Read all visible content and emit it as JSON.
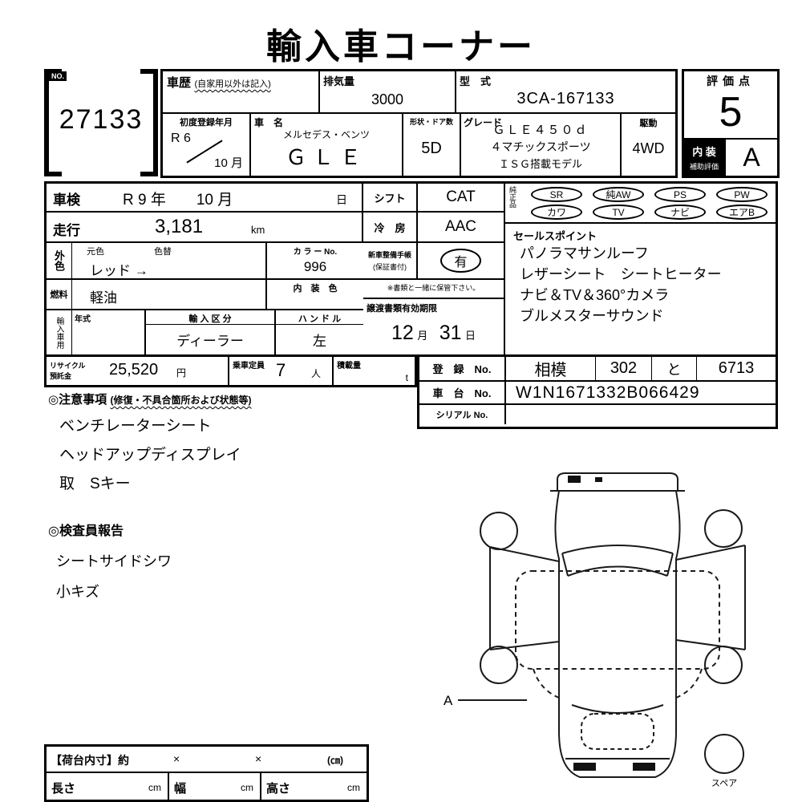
{
  "colors": {
    "ink": "#000000",
    "paper": "#ffffff"
  },
  "title": "輸入車コーナー",
  "no_box": {
    "label": "NO.",
    "value": "27133"
  },
  "header": {
    "history_label": "車歴",
    "history_note": "(自家用以外は記入)",
    "displacement_label": "排気量",
    "displacement_value": "3000",
    "model_code_label": "型　式",
    "model_code_value": "3CA-167133",
    "first_reg_label": "初度登録年月",
    "first_reg_era": "R 6",
    "first_reg_month": "10 月",
    "car_name_label": "車　名",
    "car_maker": "メルセデス・ベンツ",
    "car_model": "ＧＬＥ",
    "shape_doors_label": "形状・ドア数",
    "shape_doors_value": "5D",
    "grade_label": "グレード",
    "grade_line1": "ＧＬＥ４５０ｄ",
    "grade_line2": "４マチックスポーツ",
    "grade_line3": "ＩＳＧ搭載モデル",
    "drive_label": "駆動",
    "drive_value": "4WD",
    "score_label": "評価点",
    "score_value": "5",
    "interior_label_top": "内 装",
    "interior_label_bottom": "補助評価",
    "interior_value": "A"
  },
  "details": {
    "shaken_label": "車検",
    "shaken_value": "R 9 年　　10 月",
    "shaken_day": "日",
    "mileage_label": "走行",
    "mileage_value": "3,181",
    "mileage_unit": "km",
    "ext_color_label": "外色",
    "orig_color_label": "元色",
    "color_change_label": "色替",
    "ext_color_value": "レッド →",
    "color_no_label": "カ ラ ー No.",
    "color_no_value": "996",
    "fuel_label": "燃料",
    "fuel_value": "軽油",
    "interior_color_label": "内　装　色",
    "import_label": "輸入車用",
    "year_label": "年式",
    "import_division_label": "輸 入 区 分",
    "import_division_value": "ディーラー",
    "handle_label": "ハ ン ド ル",
    "handle_value": "左",
    "shift_label": "シフト",
    "shift_value": "CAT",
    "ac_label": "冷　房",
    "ac_value": "AAC",
    "service_book_label1": "新車整備手帳",
    "service_book_label2": "(保証書付)",
    "service_book_value": "有",
    "keep_note": "※書類と一緒に保管下さい。",
    "transfer_label": "譲渡書類有効期限",
    "transfer_month": "12",
    "transfer_month_unit": "月",
    "transfer_day": "31",
    "transfer_day_unit": "日"
  },
  "equipment": {
    "label": "純正品",
    "row1": [
      "SR",
      "純AW",
      "PS",
      "PW"
    ],
    "row2": [
      "カワ",
      "TV",
      "ナビ",
      "エアB"
    ]
  },
  "sales_points": {
    "label": "セールスポイント",
    "lines": [
      "パノラマサンルーフ",
      "レザーシート　シートヒーター",
      "ナビ＆TV＆360°カメラ",
      "ブルメスターサウンド"
    ]
  },
  "bottom_row": {
    "recycle_label1": "リサイクル",
    "recycle_label2": "預託金",
    "recycle_value": "25,520",
    "recycle_unit": "円",
    "capacity_label": "乗車定員",
    "capacity_value": "7",
    "capacity_unit": "人",
    "load_label": "積載量",
    "load_unit": "t"
  },
  "registration": {
    "reg_label": "登　録　No.",
    "reg_area": "相模",
    "reg_class": "302",
    "reg_kana": "と",
    "reg_number": "6713",
    "chassis_label": "車　台　No.",
    "chassis_value": "W1N1671332B066429",
    "serial_label": "シリアル No."
  },
  "notes": {
    "header": "◎注意事項",
    "header_note": "(修復・不具合箇所および状態等)",
    "lines": [
      "ベンチレーターシート",
      "ヘッドアップディスプレイ",
      "取　Sキー"
    ]
  },
  "inspector": {
    "header": "◎検査員報告",
    "lines": [
      "シートサイドシワ",
      "小キズ"
    ]
  },
  "diagram": {
    "marker": "A",
    "spare_label": "スペア"
  },
  "cargo": {
    "header": "【荷台内寸】約",
    "sep1": "×",
    "sep2": "×",
    "unit_note": "(㎝)",
    "length_label": "長さ",
    "length_unit": "cm",
    "width_label": "幅",
    "width_unit": "cm",
    "height_label": "高さ",
    "height_unit": "cm"
  }
}
